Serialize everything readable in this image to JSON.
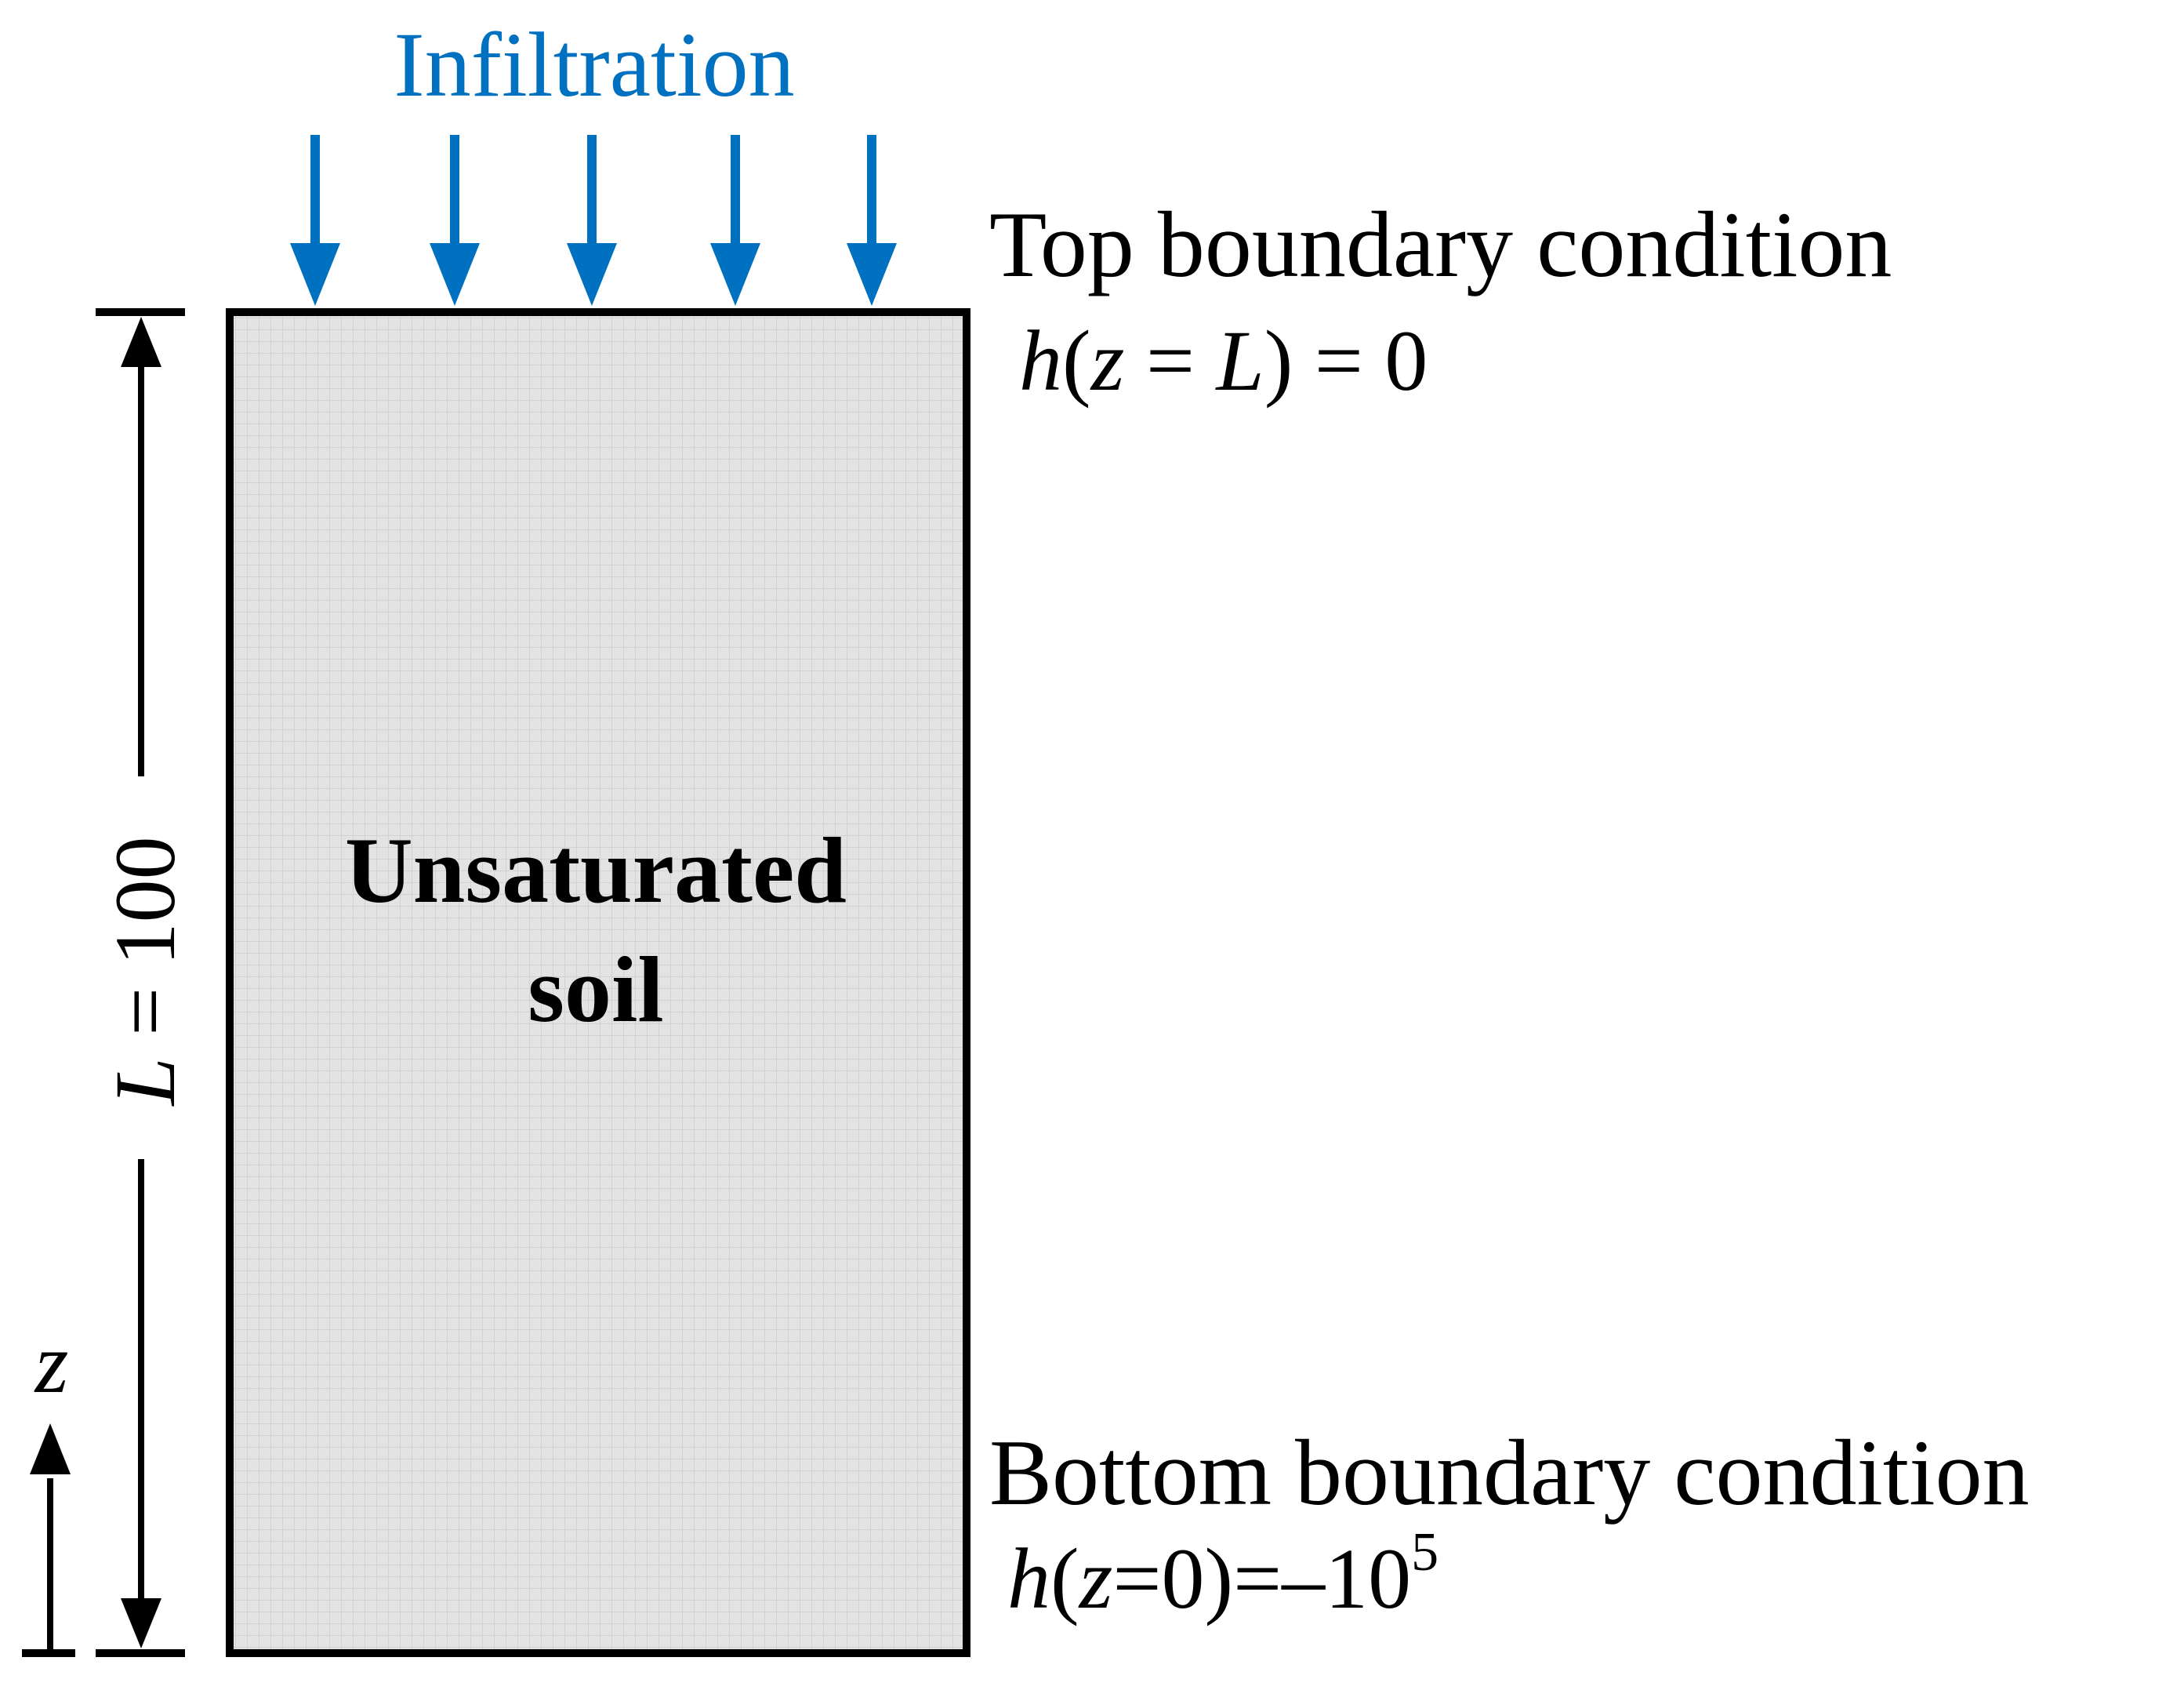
{
  "infiltration": {
    "label": "Infiltration",
    "color": "#0070C0",
    "arrow_count": 5
  },
  "soil": {
    "line1": "Unsaturated",
    "line2": "soil",
    "fill_color": "#e3e3e3",
    "grid_color": "#d0d0d0"
  },
  "top_boundary": {
    "title": "Top boundary condition",
    "eq_h": "h",
    "eq_open": "(",
    "eq_z": "z",
    "eq_mid": " = ",
    "eq_L": "L",
    "eq_close": ") = 0"
  },
  "bottom_boundary": {
    "title": "Bottom boundary condition",
    "eq_h": "h",
    "eq_open": "(",
    "eq_z": "z",
    "eq_rest": "=0)=–10",
    "eq_exp": "5"
  },
  "length_dimension": {
    "var": "L",
    "rest": " = 100"
  },
  "z_axis": {
    "label": "z"
  }
}
